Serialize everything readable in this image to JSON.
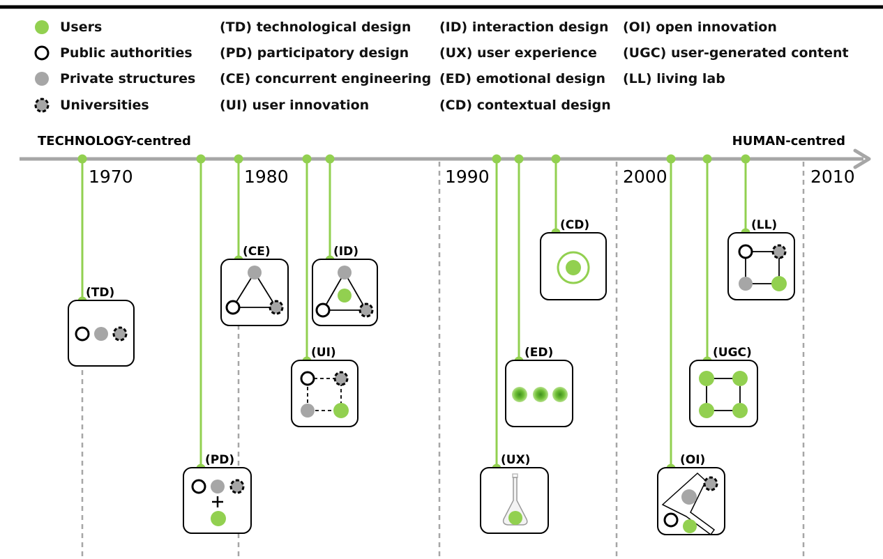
{
  "legend": {
    "actors": [
      {
        "label": "Users",
        "icon": "users-dot-icon"
      },
      {
        "label": "Public authorities",
        "icon": "public-authorities-ring-icon"
      },
      {
        "label": "Private structures",
        "icon": "private-structures-dot-icon"
      },
      {
        "label": "Universities",
        "icon": "universities-dashed-dot-icon"
      }
    ],
    "abbreviations": [
      "(TD) technological design",
      "(PD) participatory design",
      "(CE) concurrent engineering",
      "(UI) user innovation",
      "(ID) interaction design",
      "(UX) user experience",
      "(ED) emotional design",
      "(CD) contextual design",
      "(OI) open innovation",
      "(UGC) user-generated content",
      "(LL) living lab"
    ]
  },
  "axis": {
    "left_label": "TECHNOLOGY-centred",
    "right_label": "HUMAN-centred",
    "decades": [
      "1970",
      "1980",
      "1990",
      "2000",
      "2010"
    ]
  },
  "cards": [
    {
      "label": "(TD)",
      "icon": "td-three-actors-icon"
    },
    {
      "label": "(PD)",
      "icon": "pd-actors-plus-user-icon"
    },
    {
      "label": "(CE)",
      "icon": "ce-triangle-icon"
    },
    {
      "label": "(UI)",
      "icon": "ui-dashed-square-icon"
    },
    {
      "label": "(ID)",
      "icon": "id-triangle-user-icon"
    },
    {
      "label": "(UX)",
      "icon": "ux-flask-icon"
    },
    {
      "label": "(ED)",
      "icon": "ed-three-users-icon"
    },
    {
      "label": "(CD)",
      "icon": "cd-target-icon"
    },
    {
      "label": "(OI)",
      "icon": "oi-funnel-icon"
    },
    {
      "label": "(UGC)",
      "icon": "ugc-square-users-icon"
    },
    {
      "label": "(LL)",
      "icon": "ll-square-icon"
    }
  ],
  "colors": {
    "users": "#92d050",
    "private": "#a6a6a6",
    "axis": "#a6a6a6",
    "connector": "#92d050",
    "dashed": "#a6a6a6"
  }
}
